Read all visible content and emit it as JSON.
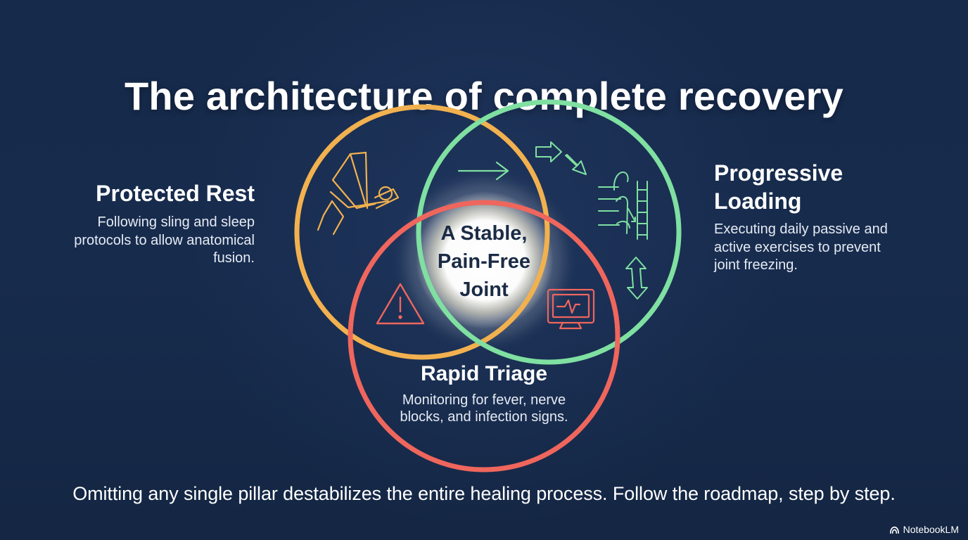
{
  "title": "The architecture of complete recovery",
  "center_label": {
    "line1": "A Stable,",
    "line2": "Pain-Free",
    "line3": "Joint"
  },
  "pillars": {
    "protected_rest": {
      "title": "Protected Rest",
      "description": "Following sling and sleep protocols to allow anatomical fusion.",
      "color": "#f0b04e",
      "icon": "sling-rest-icon"
    },
    "progressive_loading": {
      "title_line1": "Progressive",
      "title_line2": "Loading",
      "description": "Executing daily passive and active exercises to prevent joint freezing.",
      "color": "#7fe2a4",
      "icons": [
        "arrow-right-icon",
        "double-arrow-icon",
        "wall-climb-icon",
        "bidirectional-arrow-icon"
      ]
    },
    "rapid_triage": {
      "title": "Rapid Triage",
      "description": "Monitoring for fever, nerve blocks, and infection signs.",
      "color": "#f06a62",
      "icons": [
        "warning-triangle-icon",
        "monitor-icon"
      ]
    }
  },
  "footer": "Omitting any single pillar destabilizes the entire healing process. Follow the roadmap, step by step.",
  "brand": "NotebookLM"
}
